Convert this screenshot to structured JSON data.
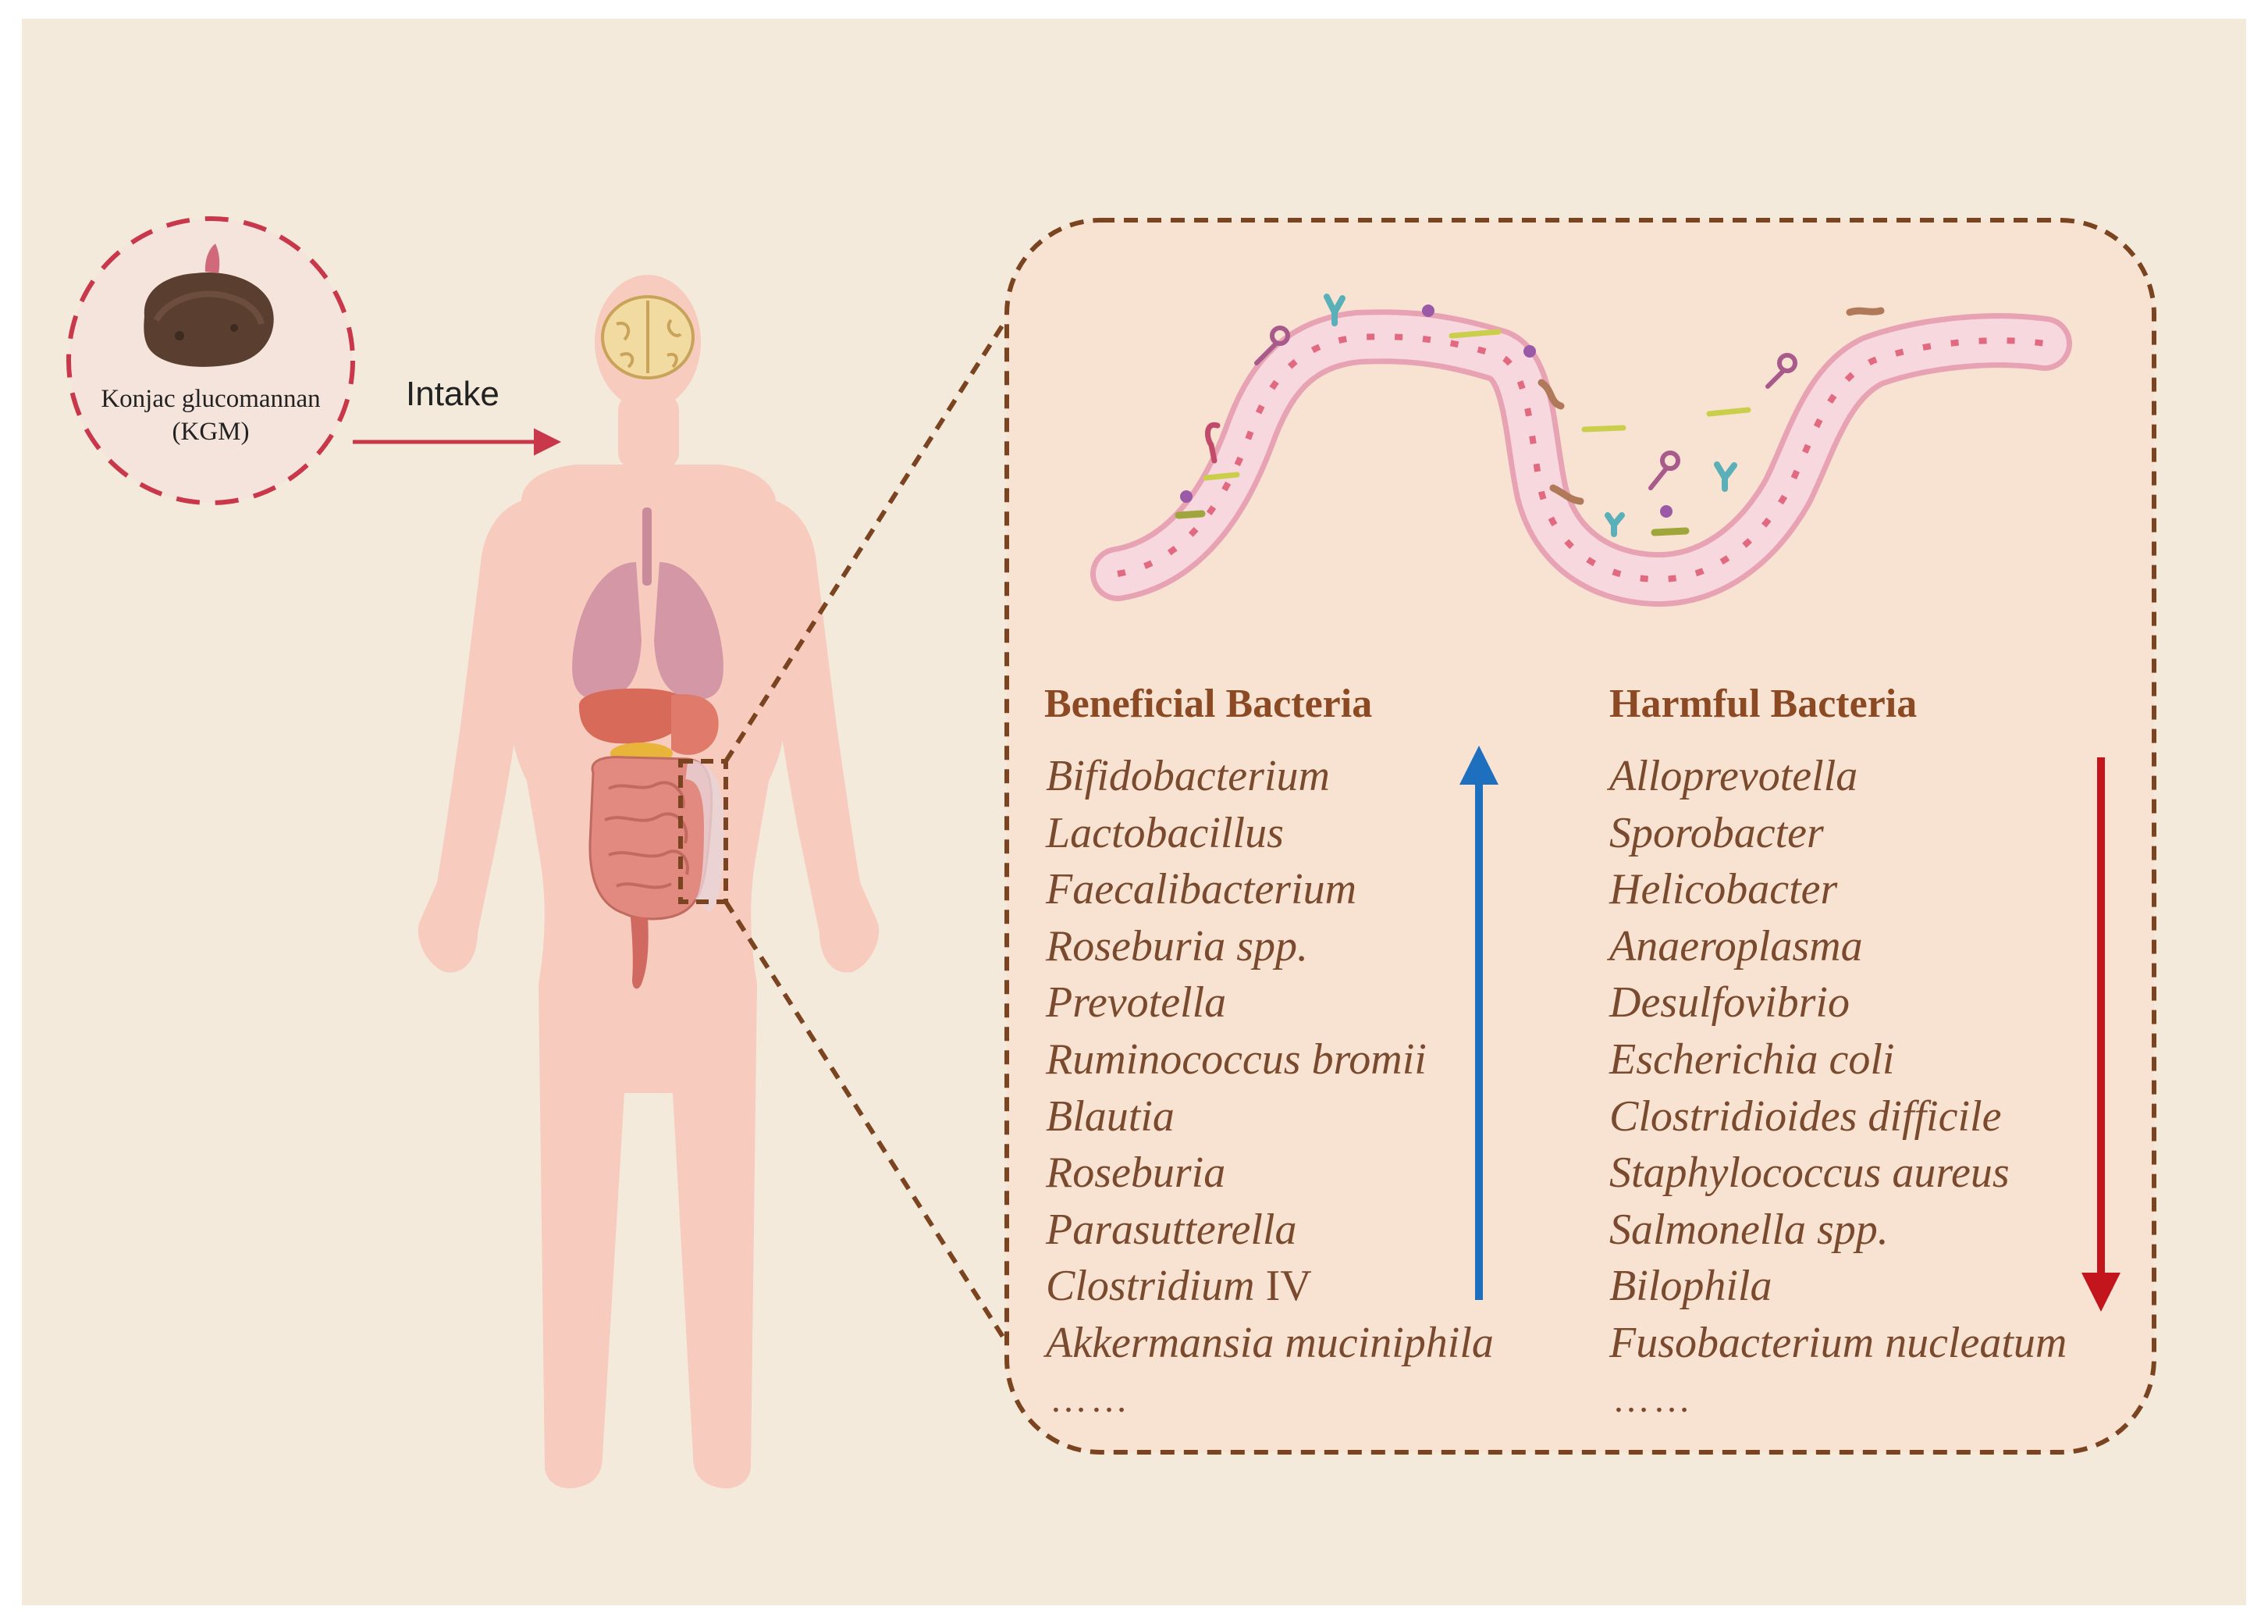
{
  "kgm": {
    "name_line1": "Konjac glucomannan",
    "name_line2": "(KGM)"
  },
  "intake_label": "Intake",
  "beneficial": {
    "heading": "Beneficial Bacteria",
    "trend": "increase",
    "items": [
      "Bifidobacterium",
      "Lactobacillus",
      "Faecalibacterium",
      "Roseburia spp.",
      "Prevotella",
      "Ruminococcus bromii",
      "Blautia",
      "Roseburia",
      "Parasutterella",
      "Clostridium",
      "Akkermansia muciniphila"
    ],
    "clostridium_suffix": "IV",
    "ellipsis": "……"
  },
  "harmful": {
    "heading": "Harmful Bacteria",
    "trend": "decrease",
    "items": [
      "Alloprevotella",
      "Sporobacter",
      "Helicobacter",
      "Anaeroplasma",
      "Desulfovibrio",
      "Escherichia coli",
      "Clostridioides difficile",
      "Staphylococcus aureus",
      "Salmonella spp.",
      "Bilophila",
      "Fusobacterium nucleatum"
    ],
    "ellipsis": "……"
  },
  "colors": {
    "background": "#f3eadb",
    "panel_fill": "#f8e3d3",
    "dashed_border": "#7b4421",
    "up_arrow": "#1f6fbf",
    "down_arrow": "#c2161c",
    "intake_arrow": "#c8374a",
    "kgm_circle": "#c8374a",
    "body": "#f7cbbd"
  }
}
